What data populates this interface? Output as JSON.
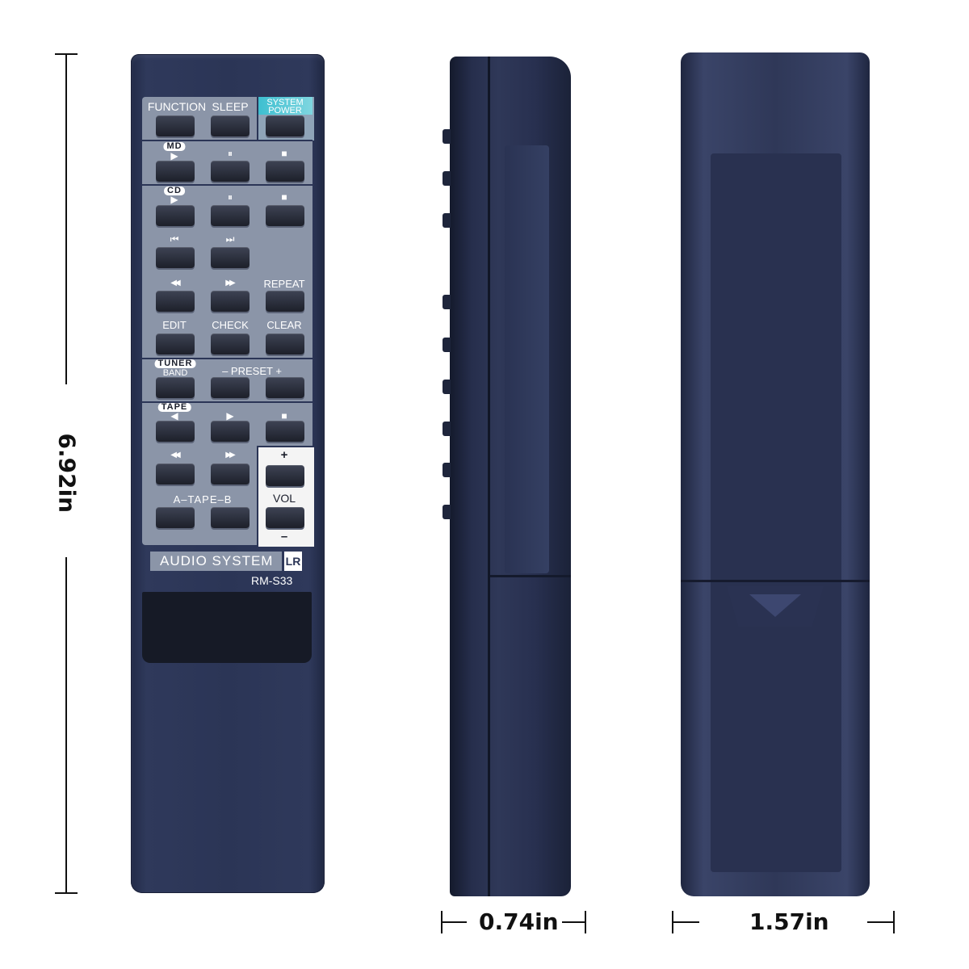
{
  "dimensions": {
    "height_label": "6.92in",
    "depth_label": "0.74in",
    "width_label": "1.57in"
  },
  "remote": {
    "top_row": {
      "function": "FUNCTION",
      "sleep": "SLEEP",
      "system_power_line1": "SYSTEM",
      "system_power_line2": "POWER"
    },
    "md_section": {
      "tag": "MD",
      "play": "▶",
      "pause": "⏸",
      "stop": "■"
    },
    "cd_section": {
      "tag": "CD",
      "play": "▶",
      "pause": "⏸",
      "stop": "■",
      "prev": "⏮",
      "next": "⏭",
      "rewind": "◀◀",
      "forward": "▶▶",
      "repeat": "REPEAT",
      "edit": "EDIT",
      "check": "CHECK",
      "clear": "CLEAR"
    },
    "tuner_section": {
      "tag": "TUNER",
      "band": "BAND",
      "preset": "– PRESET +"
    },
    "tape_section": {
      "tag": "TAPE",
      "reverse": "◀",
      "play": "▶",
      "stop": "■",
      "rewind": "◀◀",
      "forward": "▶▶",
      "a_tape_b": "A–TAPE–B"
    },
    "volume": {
      "plus": "+",
      "label": "VOL",
      "minus": "–"
    },
    "brand": "AUDIO SYSTEM",
    "logo": "LR",
    "model": "RM-S33"
  }
}
